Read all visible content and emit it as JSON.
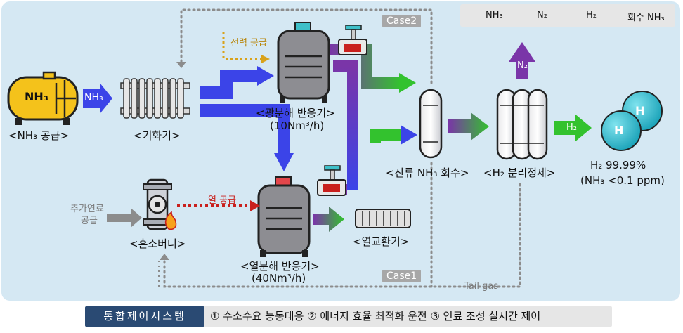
{
  "legend": {
    "nh3": "NH₃",
    "n2": "N₂",
    "h2": "H₂",
    "recovered": "회수 NH₃"
  },
  "colors": {
    "nh3": "#3b44e8",
    "n2": "#7a35a8",
    "h2": "#33c22e",
    "recovered": "#8c8c8c",
    "background": "#d5e8f3",
    "power": "#d9a21a",
    "heat": "#c9201d"
  },
  "cases": {
    "case2": "Case2",
    "case1": "Case1"
  },
  "supply": {
    "tank_text": "NH₃",
    "arrow_text": "NH₃",
    "label": "<NH₃ 공급>"
  },
  "vaporizer": {
    "label": "<기화기>"
  },
  "power_supply": "전력 공급",
  "photo_reactor": {
    "label": "<광분해 반응기>",
    "capacity": "(10Nm³/h)"
  },
  "thermal_reactor": {
    "label": "<열분해 반응기>",
    "capacity": "(40Nm³/h)"
  },
  "heat_supply": "열 공급",
  "extra_fuel": {
    "line1": "추가연료",
    "line2": "공급"
  },
  "burner": {
    "label": "<혼소버너>"
  },
  "heat_exchanger": {
    "label": "<열교환기>"
  },
  "residual_recovery": {
    "label": "<잔류 NH₃ 회수>"
  },
  "separator": {
    "label": "<H₂ 분리정제>"
  },
  "n2_out": "N₂",
  "h2_out": "H₂",
  "molecule": {
    "atom": "H"
  },
  "product": {
    "purity": "H₂ 99.99%",
    "spec": "(NH₃ <0.1 ppm)"
  },
  "tail_gas": "Tail gas",
  "control": {
    "title": "통합제어시스템",
    "description": "① 수소수요 능동대응 ② 에너지 효율 최적화 운전 ③ 연료 조성 실시간 제어"
  }
}
